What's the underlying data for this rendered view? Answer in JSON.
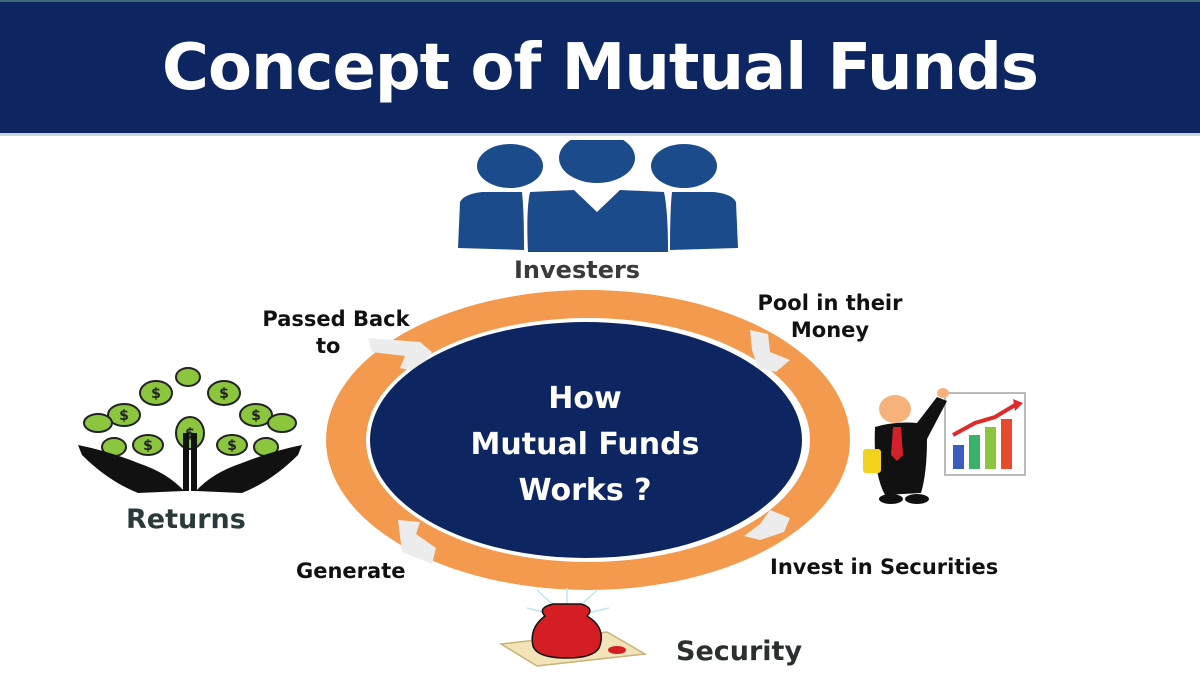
{
  "title": "Concept of Mutual Funds",
  "center": {
    "lines": [
      "How",
      "Mutual Funds",
      "Works ?"
    ]
  },
  "nodes": {
    "investors": {
      "label": "Investers",
      "icon": "group-people-icon"
    },
    "fund_manager": {
      "icon": "businessman-chart-icon"
    },
    "security": {
      "label": "Security",
      "icon": "money-bag-certificate-icon"
    },
    "returns": {
      "label": "Returns",
      "icon": "money-tree-hands-icon"
    }
  },
  "steps": {
    "pool": {
      "line1": "Pool in their",
      "line2": "Money"
    },
    "invest": {
      "line1": "Invest in Securities"
    },
    "generate": {
      "line1": "Generate"
    },
    "passed_back": {
      "line1": "Passed Back",
      "line2": "to"
    }
  },
  "colors": {
    "header_bg": "#0d2560",
    "center_bg": "#0d2560",
    "ring": "#f39a4f",
    "arrow_gap": "#ececec",
    "icon_blue": "#1c4b8c"
  }
}
